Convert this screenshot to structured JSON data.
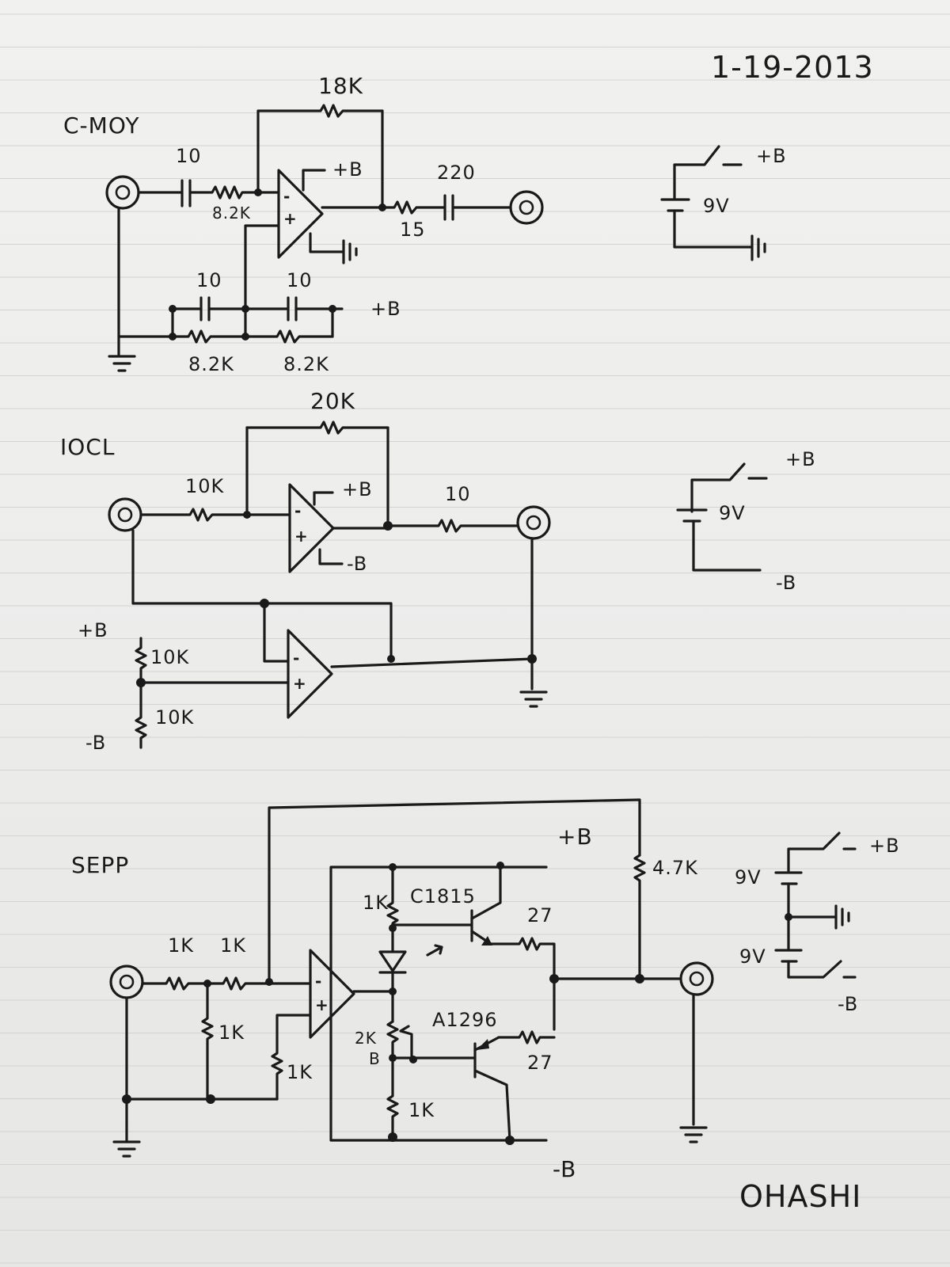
{
  "date": "1-19-2013",
  "author": "OHASHI",
  "supply_plus": "+B",
  "supply_minus": "-B",
  "battery": "9V",
  "opamp_minus": "-",
  "opamp_plus": "+",
  "cmoy": {
    "title": "C-MOY",
    "c_in": "10",
    "r_in": "8.2K",
    "r_fb": "18K",
    "r_out": "15",
    "c_out": "220",
    "c_bias1": "10",
    "c_bias2": "10",
    "r_bias1": "8.2K",
    "r_bias2": "8.2K"
  },
  "iocl": {
    "title": "IOCL",
    "r_in": "10K",
    "r_fb": "20K",
    "r_out": "10",
    "r_div1": "10K",
    "r_div2": "10K"
  },
  "sepp": {
    "title": "SEPP",
    "r_in1": "1K",
    "r_in2": "1K",
    "r_gnd1": "1K",
    "r_gnd2": "1K",
    "r_fb": "4.7K",
    "r_bias_top": "1K",
    "q_npn": "C1815",
    "q_pnp": "A1296",
    "r_e1": "27",
    "r_e2": "27",
    "vr": "2K",
    "vr_b": "B",
    "r_bias_bot": "1K"
  }
}
